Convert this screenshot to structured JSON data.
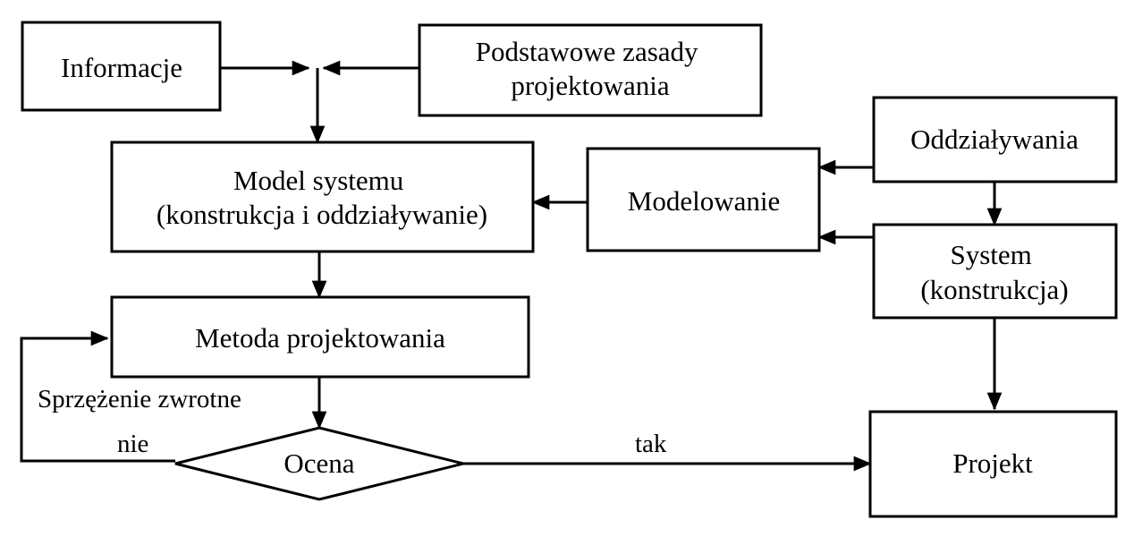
{
  "nodes": {
    "informacje": [
      "Informacje"
    ],
    "zasady": [
      "Podstawowe zasady",
      "projektowania"
    ],
    "oddzialywania": [
      "Oddziaływania"
    ],
    "model": [
      "Model systemu",
      "(konstrukcja i oddziaływanie)"
    ],
    "modelowanie": [
      "Modelowanie"
    ],
    "system": [
      "System",
      "(konstrukcja)"
    ],
    "metoda": [
      "Metoda projektowania"
    ],
    "ocena": [
      "Ocena"
    ],
    "projekt": [
      "Projekt"
    ]
  },
  "edge_labels": {
    "feedback": "Sprzężenie zwrotne",
    "no": "nie",
    "yes": "tak"
  }
}
